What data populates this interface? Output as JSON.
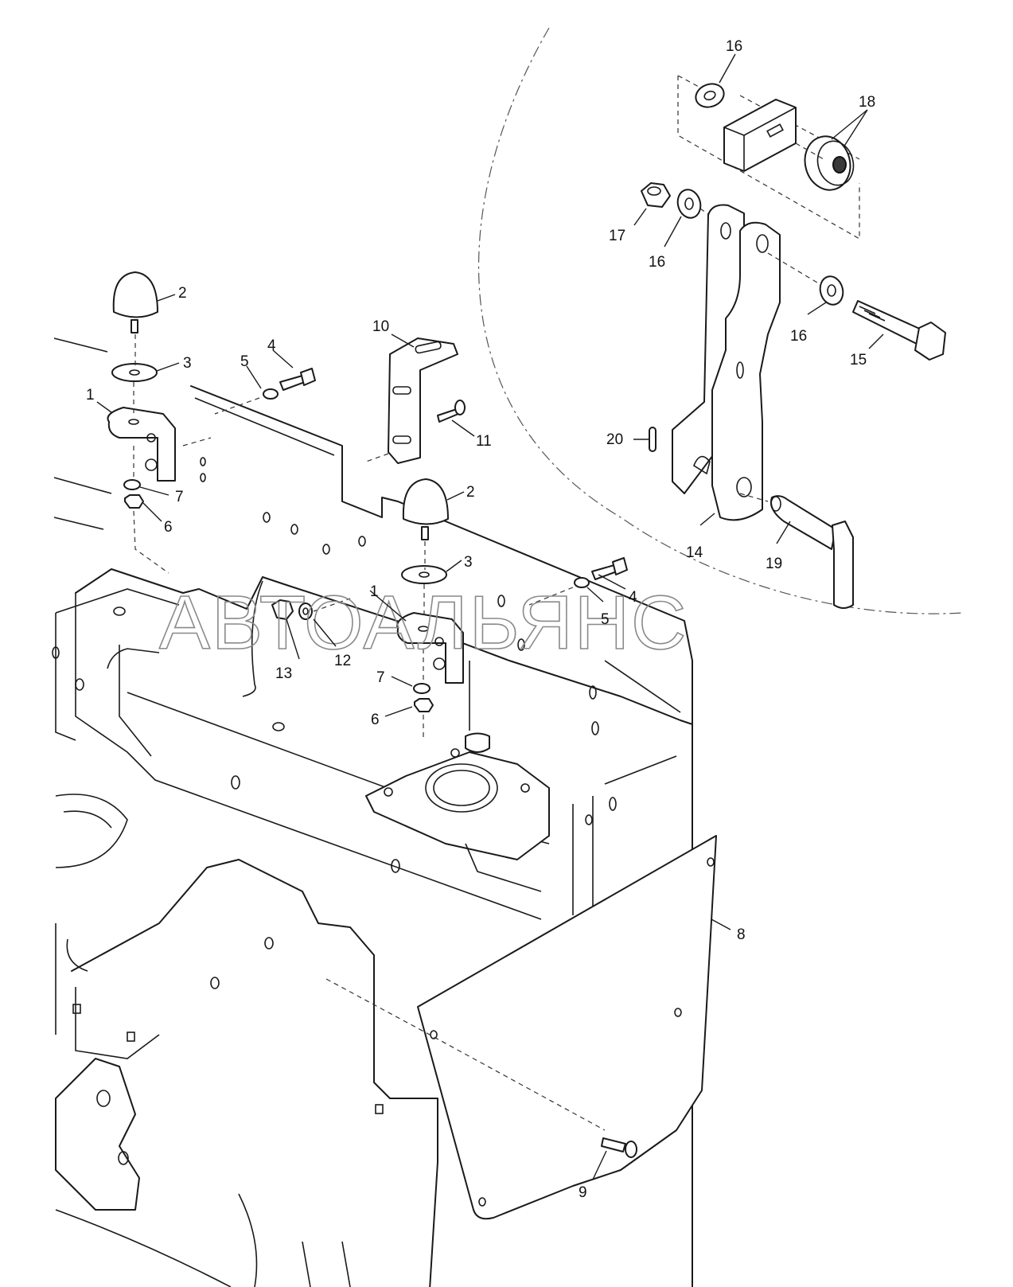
{
  "watermark": {
    "text": "АВТОАЛЬЯНС"
  },
  "callouts": [
    {
      "id": "c1a",
      "label": "1"
    },
    {
      "id": "c2a",
      "label": "2"
    },
    {
      "id": "c3a",
      "label": "3"
    },
    {
      "id": "c4a",
      "label": "4"
    },
    {
      "id": "c5a",
      "label": "5"
    },
    {
      "id": "c6a",
      "label": "6"
    },
    {
      "id": "c7a",
      "label": "7"
    },
    {
      "id": "c10",
      "label": "10"
    },
    {
      "id": "c11",
      "label": "11"
    },
    {
      "id": "c2b",
      "label": "2"
    },
    {
      "id": "c3b",
      "label": "3"
    },
    {
      "id": "c1b",
      "label": "1"
    },
    {
      "id": "c4b",
      "label": "4"
    },
    {
      "id": "c5b",
      "label": "5"
    },
    {
      "id": "c13",
      "label": "13"
    },
    {
      "id": "c12",
      "label": "12"
    },
    {
      "id": "c7b",
      "label": "7"
    },
    {
      "id": "c6b",
      "label": "6"
    },
    {
      "id": "c16a",
      "label": "16"
    },
    {
      "id": "c18",
      "label": "18"
    },
    {
      "id": "c17",
      "label": "17"
    },
    {
      "id": "c16b",
      "label": "16"
    },
    {
      "id": "c16c",
      "label": "16"
    },
    {
      "id": "c15",
      "label": "15"
    },
    {
      "id": "c20",
      "label": "20"
    },
    {
      "id": "c14",
      "label": "14"
    },
    {
      "id": "c19",
      "label": "19"
    },
    {
      "id": "c8",
      "label": "8"
    },
    {
      "id": "c9",
      "label": "9"
    }
  ]
}
